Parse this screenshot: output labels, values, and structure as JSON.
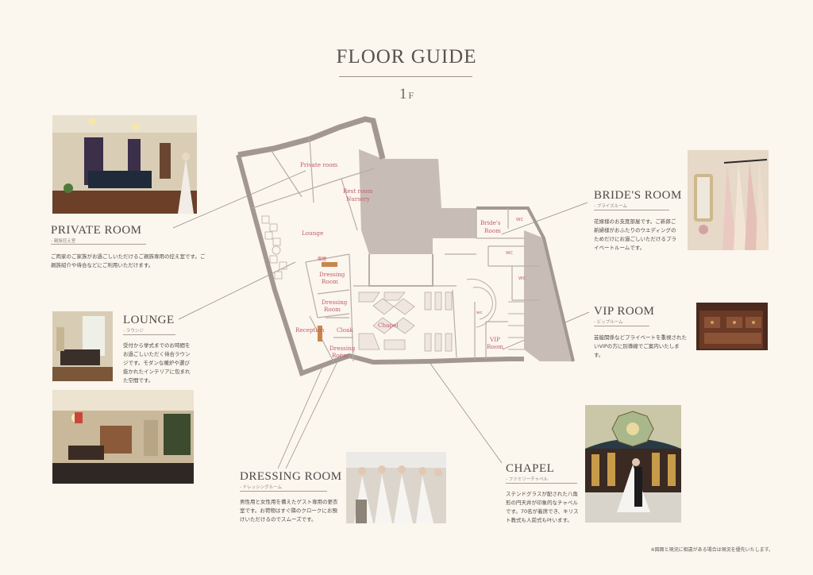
{
  "header": {
    "title": "FLOOR GUIDE",
    "floor_main": "1",
    "floor_sub": "F"
  },
  "rooms": {
    "private_room": "Private room",
    "rest_room": "Rest room",
    "nursery": "Nursery",
    "lounge": "Lounge",
    "brides_room_1": "Bride's",
    "brides_room_2": "Room",
    "wc": "WC",
    "wc_small": "wc",
    "pantry": "喫煙",
    "dressing_1": "Dressing",
    "dressing_2": "Room",
    "chapel": "Chapel",
    "reception": "Reception",
    "cloak": "Cloak",
    "vip_1": "VIP",
    "vip_2": "Room"
  },
  "sections": {
    "private": {
      "title": "PRIVATE ROOM",
      "sub": "- 親族控え室",
      "desc": "ご両家のご家族がお過ごしいただけるご親族専用の控え室です。ご親族紹介や待合などにご利用いただけます。"
    },
    "lounge": {
      "title": "LOUNGE",
      "sub": "- ラウンジ",
      "desc": "受付から挙式までのお時間をお過ごしいただく待合ラウンジです。モダンな暖炉や選び抜かれたインテリアに包まれた空間です。"
    },
    "brides": {
      "title": "BRIDE'S ROOM",
      "sub": "- ブライズルーム",
      "desc": "花嫁様のお支度部屋です。ご新郎ご新婦様がおふたりのウエディングのためだけにお過ごしいただけるプライベートルームです。"
    },
    "vip": {
      "title": "VIP ROOM",
      "sub": "- ビップルーム",
      "desc": "芸能関係などプライベートを重視されたいVIPの方に別導線でご案内いたします。"
    },
    "dressing": {
      "title": "DRESSING ROOM",
      "sub": "- ドレッシングルーム",
      "desc": "男性用と女性用を備えたゲスト専用の更衣室です。お荷物はすぐ隣のクロークにお預けいただけるのでスムーズです。"
    },
    "chapel": {
      "title": "CHAPEL",
      "sub": "- ファミリーチャペル",
      "desc": "ステンドグラスが配された八角形の円天井が印象的なチャペルです。70名が着席でき、キリスト教式も人前式も叶います。"
    }
  },
  "footnote": "※図面と現況に相違がある場合は現況を優先いたします。",
  "colors": {
    "background": "#fbf6ee",
    "wall": "#a39891",
    "room_fill": "#c8bdb6",
    "label": "#c45b6a",
    "text": "#4e4a47"
  },
  "icons": [
    "mirror-icon",
    "dress-rack-icon",
    "chandelier-icon",
    "dome-icon"
  ]
}
